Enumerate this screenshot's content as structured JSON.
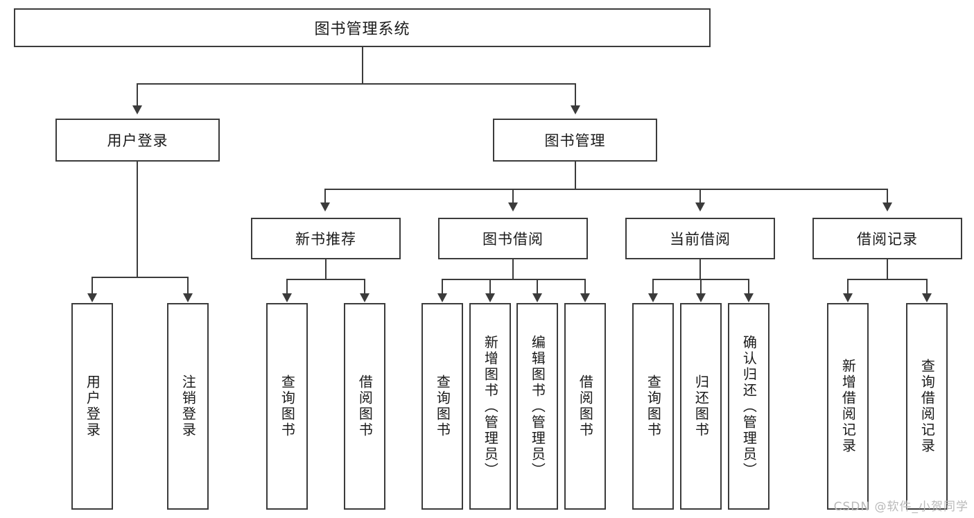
{
  "diagram": {
    "title": "图书管理系统",
    "type": "tree",
    "root": {
      "label": "图书管理系统"
    },
    "level2": [
      {
        "label": "用户登录"
      },
      {
        "label": "图书管理"
      }
    ],
    "level3": [
      {
        "label": "新书推荐"
      },
      {
        "label": "图书借阅"
      },
      {
        "label": "当前借阅"
      },
      {
        "label": "借阅记录"
      }
    ],
    "leaves": {
      "user_login": [
        {
          "label": "用户登录"
        },
        {
          "label": "注销登录"
        }
      ],
      "new_book_recommend": [
        {
          "label": "查询图书"
        },
        {
          "label": "借阅图书"
        }
      ],
      "book_borrow": [
        {
          "label": "查询图书"
        },
        {
          "label": "新增图书（管理员）"
        },
        {
          "label": "编辑图书（管理员）"
        },
        {
          "label": "借阅图书"
        }
      ],
      "current_borrow": [
        {
          "label": "查询图书"
        },
        {
          "label": "归还图书"
        },
        {
          "label": "确认归还（管理员）"
        }
      ],
      "borrow_record": [
        {
          "label": "新增借阅记录"
        },
        {
          "label": "查询借阅记录"
        }
      ]
    },
    "watermark": "CSDN @软件_小贺同学",
    "colors": {
      "stroke": "#3b3b3b",
      "fill": "#ffffff",
      "text": "#1a1a1a",
      "watermark": "#b9b9b9"
    }
  }
}
